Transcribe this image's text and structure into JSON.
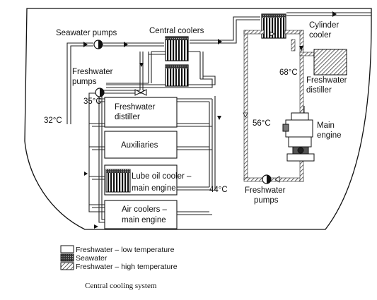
{
  "labels": {
    "seawater_pumps": "Seawater pumps",
    "central_coolers": "Central coolers",
    "cylinder_cooler_1": "Cylinder",
    "cylinder_cooler_2": "cooler",
    "freshwater_pumps_left_1": "Freshwater",
    "freshwater_pumps_left_2": "pumps",
    "temp_35": "35°C",
    "temp_32": "32°C",
    "temp_68": "68°C",
    "temp_56": "56°C",
    "temp_44": "44°C",
    "fw_distiller_right_1": "Freshwater",
    "fw_distiller_right_2": "distiller",
    "main_engine_1": "Main",
    "main_engine_2": "engine",
    "freshwater_pumps_bottom_1": "Freshwater",
    "freshwater_pumps_bottom_2": "pumps"
  },
  "boxes": {
    "fw_distiller_1": "Freshwater",
    "fw_distiller_2": "distiller",
    "auxiliaries": "Auxiliaries",
    "lube_oil_1": "Lube oil cooler –",
    "lube_oil_2": "main engine",
    "air_coolers_1": "Air coolers –",
    "air_coolers_2": "main engine"
  },
  "legend": {
    "fw_low": "Freshwater – low temperature",
    "seawater": "Seawater",
    "fw_high": "Freshwater – high temperature"
  },
  "caption": "Central cooling system"
}
